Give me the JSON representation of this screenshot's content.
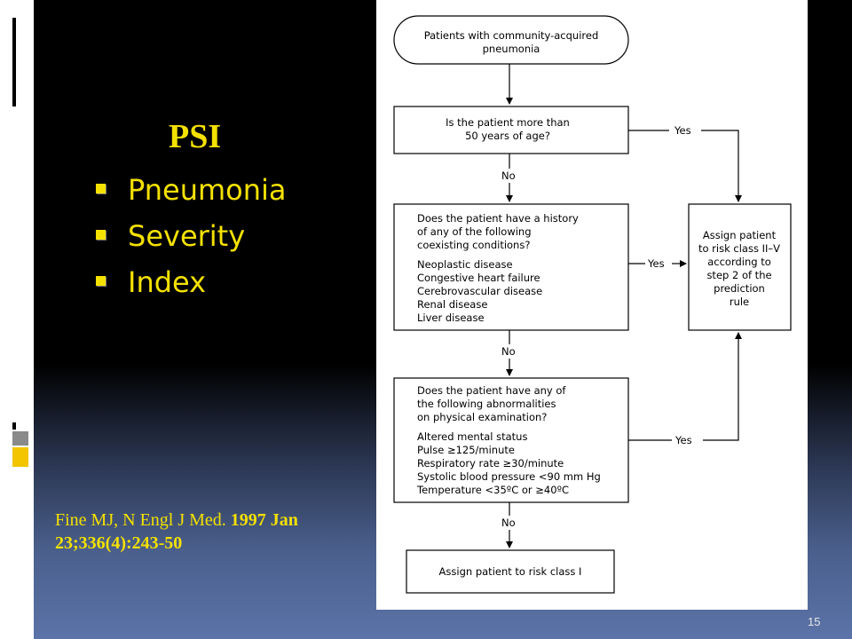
{
  "slide": {
    "title": "PSI",
    "bullets": [
      "Pneumonia",
      "Severity",
      "Index"
    ],
    "citation_line1_regular": "Fine MJ, N Engl J Med. ",
    "citation_line1_bold": "1997 Jan",
    "citation_line2_bold": "23;336(4):243-50",
    "page_number": "15"
  },
  "flowchart": {
    "start": [
      "Patients with community-acquired",
      "pneumonia"
    ],
    "q1": [
      "Is the patient more than",
      "50 years of age?"
    ],
    "q2_question": [
      "Does the patient have a history",
      "of any of the following",
      "coexisting conditions?"
    ],
    "q2_items": [
      "Neoplastic disease",
      "Congestive heart failure",
      "Cerebrovascular disease",
      "Renal disease",
      "Liver disease"
    ],
    "q3_question": [
      "Does the patient have any of",
      "the following abnormalities",
      "on physical examination?"
    ],
    "q3_items": [
      "Altered mental status",
      "Pulse ≥125/minute",
      "Respiratory rate ≥30/minute",
      "Systolic blood pressure <90 mm Hg",
      "Temperature <35ºC or ≥40ºC"
    ],
    "assign_high": [
      "Assign patient",
      "to risk class II–V",
      "according to",
      "step 2 of the",
      "prediction",
      "rule"
    ],
    "assign_low": "Assign patient to risk class I",
    "yes_label": "Yes",
    "no_label": "No"
  },
  "colors": {
    "accent_yellow": "#f4e100",
    "slide_bottom_blue": "#5b73a8"
  }
}
